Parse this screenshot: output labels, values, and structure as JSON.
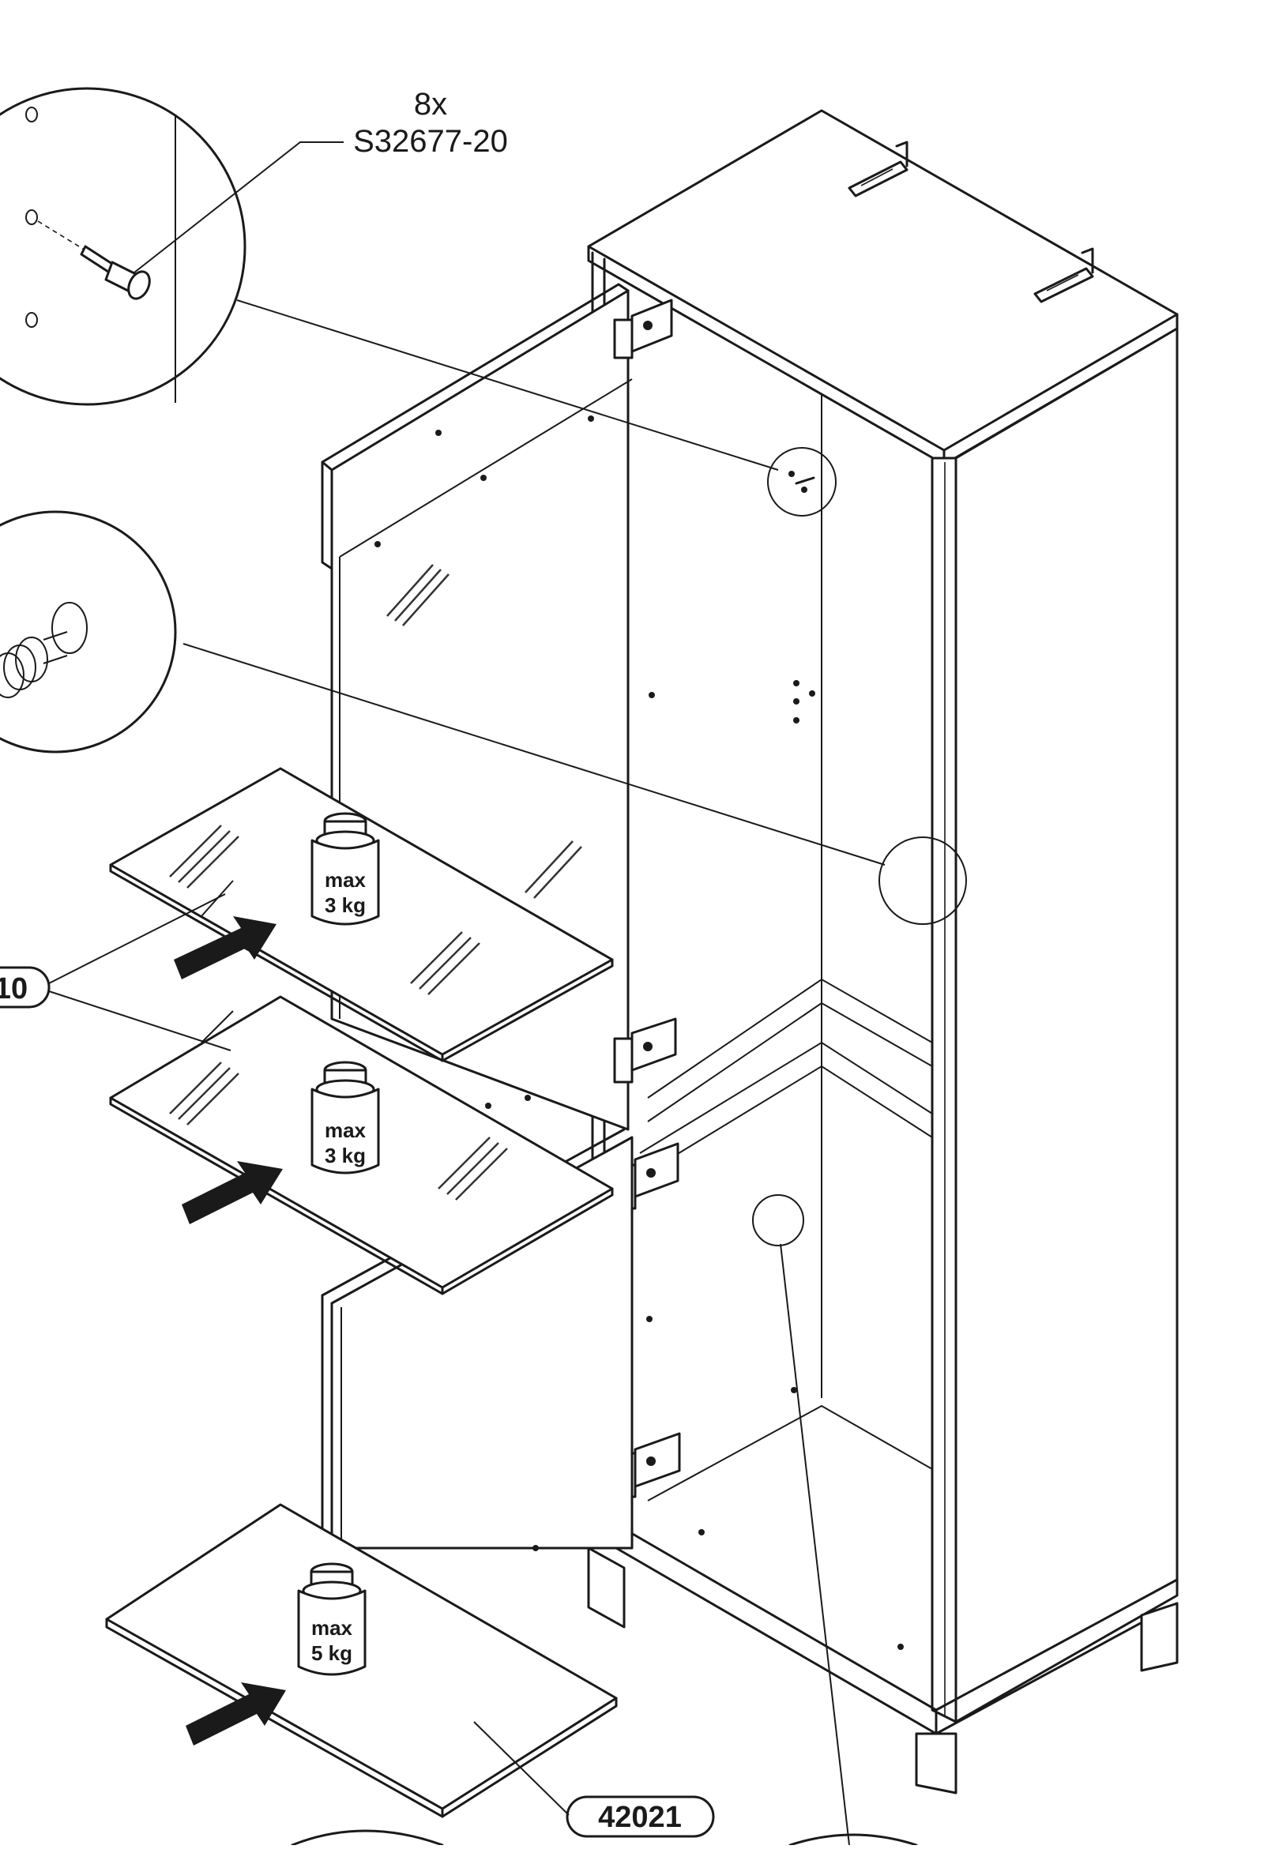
{
  "hardware_callout": {
    "quantity": "8x",
    "part_code": "S32677-20"
  },
  "shelves": [
    {
      "max_label": "max",
      "load_label": "3 kg"
    },
    {
      "max_label": "max",
      "load_label": "3 kg"
    },
    {
      "max_label": "max",
      "load_label": "5 kg"
    }
  ],
  "part_labels": {
    "glass_shelf": "10",
    "bottom_shelf": "42021"
  },
  "colors": {
    "line": "#1a1a1a",
    "background": "#ffffff"
  }
}
